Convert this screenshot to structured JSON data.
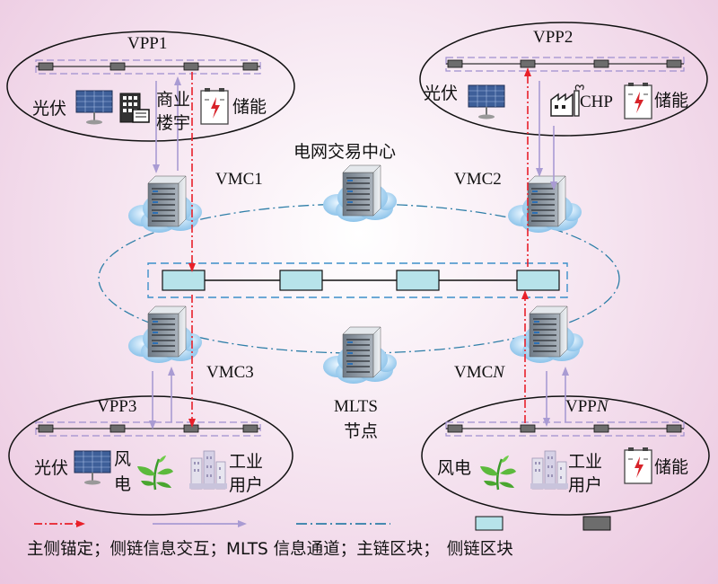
{
  "title": "电网交易中心",
  "mlts_label": [
    "MLTS",
    "节点"
  ],
  "vpps": [
    {
      "name": "VPP1",
      "vmc": "VMC1",
      "items": [
        "光伏",
        "商业楼宇",
        "储能"
      ]
    },
    {
      "name": "VPP2",
      "vmc": "VMC2",
      "items": [
        "光伏",
        "CHP",
        "储能"
      ]
    },
    {
      "name": "VPP3",
      "vmc": "VMC3",
      "items": [
        "光伏",
        "风电",
        "工业用户"
      ]
    },
    {
      "name": "VPPN",
      "vmc": "VMCN",
      "items": [
        "风电",
        "工业用户",
        "储能"
      ]
    }
  ],
  "labels": {
    "vpp1": "VPP1",
    "vpp2": "VPP2",
    "vpp3": "VPP3",
    "vppn_prefix": "VPP",
    "vppn_italic": "N",
    "vmc1": "VMC1",
    "vmc2": "VMC2",
    "vmc3": "VMC3",
    "vmcn_prefix": "VMC",
    "vmcn_italic": "N",
    "pv": "光伏",
    "commercial_1": "商业",
    "commercial_2": "楼宇",
    "storage": "储能",
    "chp": "CHP",
    "wind_1": "风",
    "wind_2": "电",
    "wind_full": "风电",
    "industrial_1": "工业",
    "industrial_2": "用户",
    "mlts": "MLTS",
    "node": "节点"
  },
  "legend": [
    {
      "text": "主侧锚定；",
      "style": "red-dash-dot-arrow",
      "color": "#e8202a"
    },
    {
      "text": "侧链信息交互；",
      "style": "purple-arrow",
      "color": "#a99bd3"
    },
    {
      "text": "MLTS 信息通道；",
      "style": "blue-dash-dot",
      "color": "#2f7fa8"
    },
    {
      "text": "主链区块；",
      "style": "cyan-box",
      "color": "#b7e3ea"
    },
    {
      "text": "侧链区块",
      "style": "dark-box",
      "color": "#6d6d6d"
    }
  ],
  "colors": {
    "main_anchor": "#e8202a",
    "side_chain": "#a99bd3",
    "mlts_channel": "#2f7fa8",
    "main_block": "#b7e3ea",
    "side_block": "#6d6d6d"
  }
}
